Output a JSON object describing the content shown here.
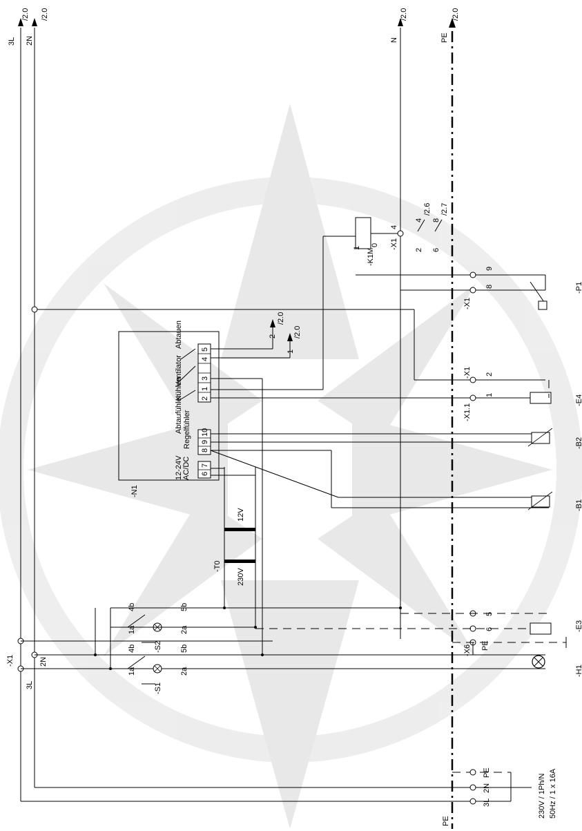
{
  "buses": {
    "l3": "3L",
    "n2": "2N",
    "n": "N",
    "pe": "PE",
    "pe_bottom": "PE",
    "ref": "/2.0"
  },
  "supply": {
    "line1": "230V / 1Ph/N",
    "line2": "50Hz / 1 x 16A",
    "t1": "3L",
    "t2": "2N",
    "t3": "PE"
  },
  "strip_x1": {
    "label": "-X1",
    "t3l": "3L",
    "t2n": "2N"
  },
  "switch_s1": {
    "label": "-S1",
    "t1a": "1a",
    "t4b": "4b",
    "t5b": "5b",
    "t2a": "2a"
  },
  "switch_s2": {
    "label": "-S2",
    "t1a": "1a",
    "t4b": "4b",
    "t5b": "5b",
    "t2a": "2a"
  },
  "transformer": {
    "label": "-T0",
    "primary": "230V",
    "secondary": "12V"
  },
  "controller": {
    "label": "-N1",
    "supply": [
      "12-24V",
      "AC/DC"
    ],
    "pins": [
      "7",
      "6",
      "8",
      "9",
      "10",
      "2",
      "1",
      "3",
      "4",
      "5"
    ],
    "outputs": [
      "Ventilator",
      "Abtauen",
      "Kühlen"
    ],
    "inputs": [
      "Abtaufühler",
      "Regelfühler"
    ]
  },
  "relay_k1m": {
    "label": "-K1M",
    "a1": "1",
    "a2": "0",
    "x1": "-X1",
    "x1_pin": "4",
    "c1a": "2",
    "c1b": "4",
    "c2a": "6",
    "c2b": "8",
    "ref1": "/2.6",
    "ref2": "/2.7"
  },
  "ref_out": {
    "p2": "2",
    "p1": "1",
    "ref": "/2.0"
  },
  "terminals_x1": {
    "p8": "8",
    "p9": "9",
    "x1": "-X1",
    "p2": "2",
    "x11": "-X1.1",
    "p1": "1",
    "p5": "5",
    "p6": "6"
  },
  "x6": {
    "label": "-X6",
    "pe": "PE"
  },
  "devices": [
    "-H1",
    "-E3",
    "-B1",
    "-B2",
    "-E4",
    "-P1"
  ]
}
